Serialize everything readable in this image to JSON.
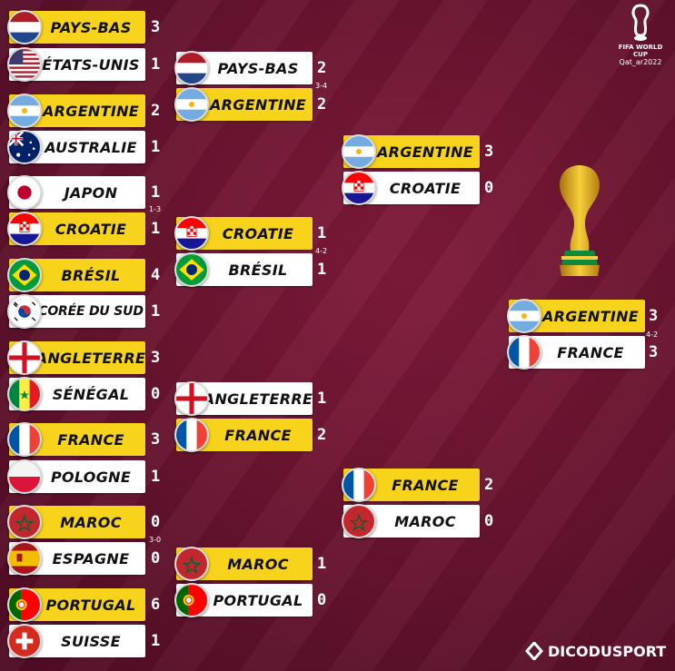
{
  "branding": {
    "tournament_logo_line1": "FIFA WORLD CUP",
    "tournament_logo_line2": "Qat_ar2022",
    "site_name": "DICODUSPORT"
  },
  "colors": {
    "winner_bg": "#f7d31c",
    "loser_bg": "#ffffff",
    "background": "#6a1430"
  },
  "round_of_16": {
    "m1": {
      "top": {
        "name": "PAYS-BAS",
        "score": "3",
        "flag": "netherlands-flag",
        "winner": true
      },
      "bottom": {
        "name": "ÉTATS-UNIS",
        "score": "1",
        "flag": "usa-flag",
        "winner": false
      }
    },
    "m2": {
      "top": {
        "name": "ARGENTINE",
        "score": "2",
        "flag": "argentina-flag",
        "winner": true
      },
      "bottom": {
        "name": "AUSTRALIE",
        "score": "1",
        "flag": "australia-flag",
        "winner": false
      }
    },
    "m3": {
      "top": {
        "name": "JAPON",
        "score": "1",
        "flag": "japan-flag",
        "winner": false
      },
      "bottom": {
        "name": "CROATIE",
        "score": "1",
        "flag": "croatia-flag",
        "winner": true
      },
      "penalties": "1-3"
    },
    "m4": {
      "top": {
        "name": "BRÉSIL",
        "score": "4",
        "flag": "brazil-flag",
        "winner": true
      },
      "bottom": {
        "name": "CORÉE DU SUD",
        "score": "1",
        "flag": "south-korea-flag",
        "winner": false
      }
    },
    "m5": {
      "top": {
        "name": "ANGLETERRE",
        "score": "3",
        "flag": "england-flag",
        "winner": true
      },
      "bottom": {
        "name": "SÉNÉGAL",
        "score": "0",
        "flag": "senegal-flag",
        "winner": false
      }
    },
    "m6": {
      "top": {
        "name": "FRANCE",
        "score": "3",
        "flag": "france-flag",
        "winner": true
      },
      "bottom": {
        "name": "POLOGNE",
        "score": "1",
        "flag": "poland-flag",
        "winner": false
      }
    },
    "m7": {
      "top": {
        "name": "MAROC",
        "score": "0",
        "flag": "morocco-flag",
        "winner": true
      },
      "bottom": {
        "name": "ESPAGNE",
        "score": "0",
        "flag": "spain-flag",
        "winner": false
      },
      "penalties": "3-0"
    },
    "m8": {
      "top": {
        "name": "PORTUGAL",
        "score": "6",
        "flag": "portugal-flag",
        "winner": true
      },
      "bottom": {
        "name": "SUISSE",
        "score": "1",
        "flag": "switzerland-flag",
        "winner": false
      }
    }
  },
  "quarter_finals": {
    "q1": {
      "top": {
        "name": "PAYS-BAS",
        "score": "2",
        "flag": "netherlands-flag",
        "winner": false
      },
      "bottom": {
        "name": "ARGENTINE",
        "score": "2",
        "flag": "argentina-flag",
        "winner": true
      },
      "penalties": "3-4"
    },
    "q2": {
      "top": {
        "name": "CROATIE",
        "score": "1",
        "flag": "croatia-flag",
        "winner": true
      },
      "bottom": {
        "name": "BRÉSIL",
        "score": "1",
        "flag": "brazil-flag",
        "winner": false
      },
      "penalties": "4-2"
    },
    "q3": {
      "top": {
        "name": "ANGLETERRE",
        "score": "1",
        "flag": "england-flag",
        "winner": false
      },
      "bottom": {
        "name": "FRANCE",
        "score": "2",
        "flag": "france-flag",
        "winner": true
      }
    },
    "q4": {
      "top": {
        "name": "MAROC",
        "score": "1",
        "flag": "morocco-flag",
        "winner": true
      },
      "bottom": {
        "name": "PORTUGAL",
        "score": "0",
        "flag": "portugal-flag",
        "winner": false
      }
    }
  },
  "semi_finals": {
    "s1": {
      "top": {
        "name": "ARGENTINE",
        "score": "3",
        "flag": "argentina-flag",
        "winner": true
      },
      "bottom": {
        "name": "CROATIE",
        "score": "0",
        "flag": "croatia-flag",
        "winner": false
      }
    },
    "s2": {
      "top": {
        "name": "FRANCE",
        "score": "2",
        "flag": "france-flag",
        "winner": true
      },
      "bottom": {
        "name": "MAROC",
        "score": "0",
        "flag": "morocco-flag",
        "winner": false
      }
    }
  },
  "final": {
    "top": {
      "name": "ARGENTINE",
      "score": "3",
      "flag": "argentina-flag",
      "winner": true
    },
    "bottom": {
      "name": "FRANCE",
      "score": "3",
      "flag": "france-flag",
      "winner": false
    },
    "penalties": "4-2"
  }
}
